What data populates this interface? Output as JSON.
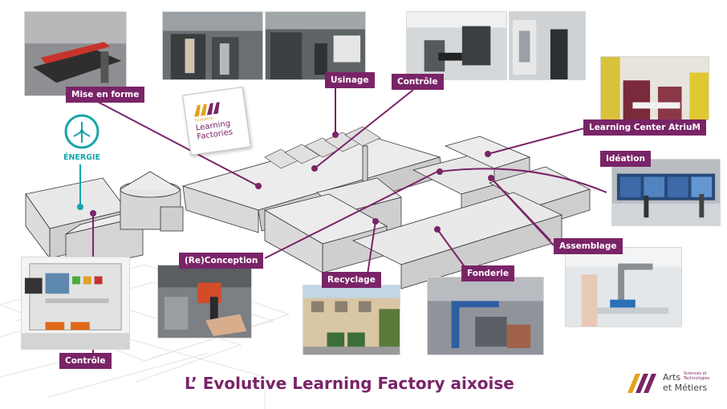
{
  "title": "L’ Evolutive Learning Factory aixoise",
  "brand": {
    "accent_color": "#7a2468",
    "energy_color": "#17a5a8",
    "logo_line1": "Arts",
    "logo_small1": "Sciences et",
    "logo_small2": "Technologies",
    "logo_line2": "et Métiers"
  },
  "badge": {
    "small_text": "Evolutive",
    "line1": "Learning",
    "line2": "Factories"
  },
  "energy": {
    "icon": "wind-turbine-icon",
    "label": "ÉNERGIE"
  },
  "labels": {
    "mise_en_forme": "Mise en forme",
    "usinage": "Usinage",
    "controle_top": "Contrôle",
    "learning_center": "Learning Center AtriuM",
    "ideation": "Idéation",
    "assemblage": "Assemblage",
    "reconception": "(Re)Conception",
    "recyclage": "Recyclage",
    "fonderie": "Fonderie",
    "controle_bottom": "Contrôle"
  }
}
